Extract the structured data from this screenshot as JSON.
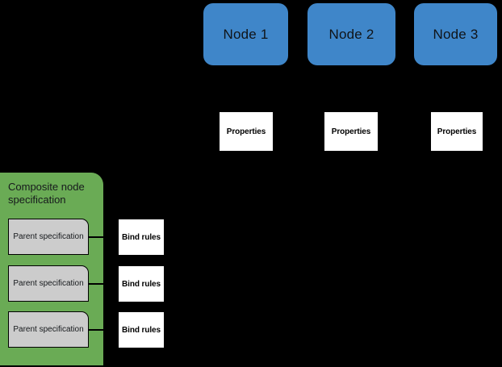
{
  "diagram": {
    "background_color": "#000000",
    "node_color": "#3f86c9",
    "composite_color": "#6aab55",
    "spec_color": "#cccccc",
    "box_color": "#ffffff",
    "nodes": [
      {
        "label": "Node 1"
      },
      {
        "label": "Node 2"
      },
      {
        "label": "Node 3"
      }
    ],
    "properties": [
      {
        "label": "Properties"
      },
      {
        "label": "Properties"
      },
      {
        "label": "Properties"
      }
    ],
    "composite": {
      "title": "Composite node specification",
      "parent_specs": [
        {
          "label": "Parent specification"
        },
        {
          "label": "Parent specification"
        },
        {
          "label": "Parent specification"
        }
      ]
    },
    "bind_rules": [
      {
        "label": "Bind rules"
      },
      {
        "label": "Bind rules"
      },
      {
        "label": "Bind rules"
      }
    ]
  }
}
